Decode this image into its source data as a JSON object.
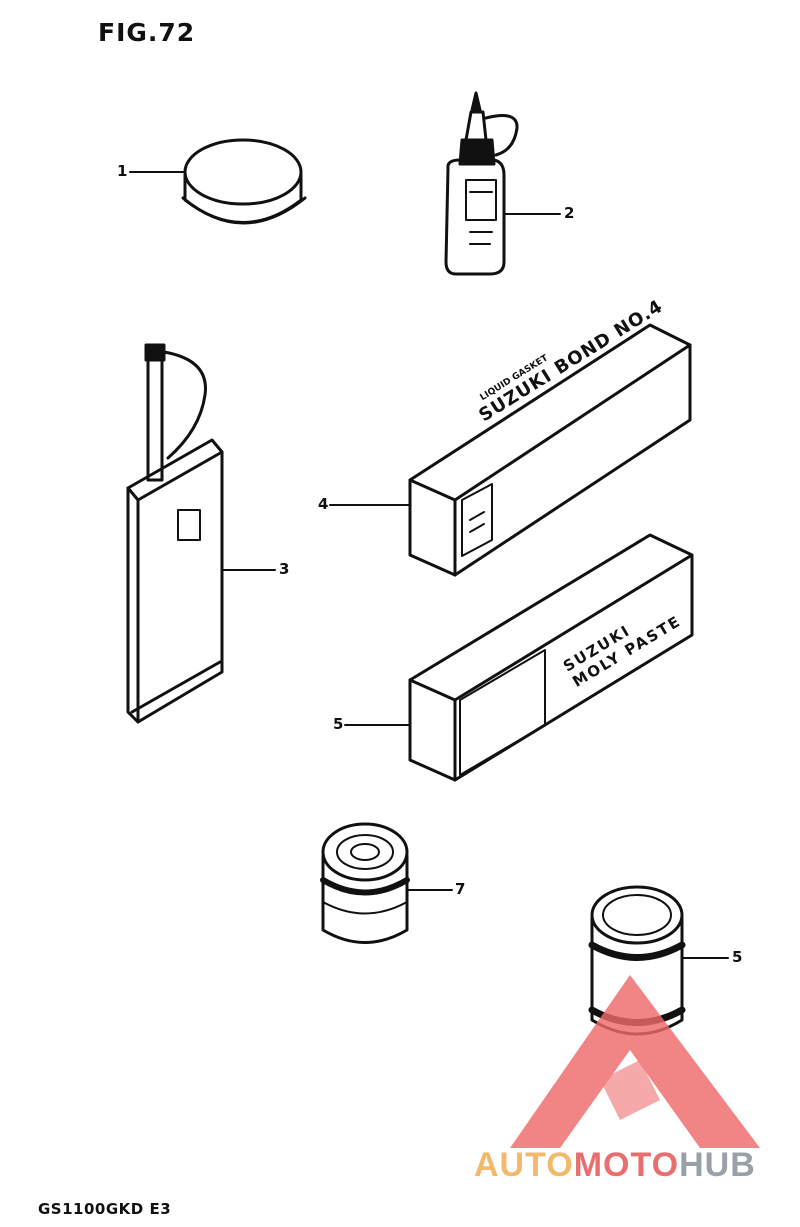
{
  "figure": {
    "title": "FIG.72"
  },
  "model_code": "GS1100GKD E3",
  "parts": [
    {
      "id": "part-1",
      "label": "1"
    },
    {
      "id": "part-2",
      "label": "2"
    },
    {
      "id": "part-3",
      "label": "3"
    },
    {
      "id": "part-4",
      "label": "4"
    },
    {
      "id": "part-5a",
      "label": "5"
    },
    {
      "id": "part-7",
      "label": "7"
    },
    {
      "id": "part-5b",
      "label": "5"
    }
  ],
  "box_bond": {
    "line1": "LIQUID GASKET",
    "line2": "SUZUKI BOND NO.4"
  },
  "box_paste": {
    "line1": "SUZUKI",
    "line2": "MOLY PASTE"
  },
  "watermark": {
    "part1": "AUTO",
    "part2": "MOTO",
    "part3": "HUB",
    "colors": {
      "auto": "#f3b96a",
      "moto": "#e96f6f",
      "hub": "#9aa0a8",
      "logo": "#ee6a6a"
    }
  }
}
